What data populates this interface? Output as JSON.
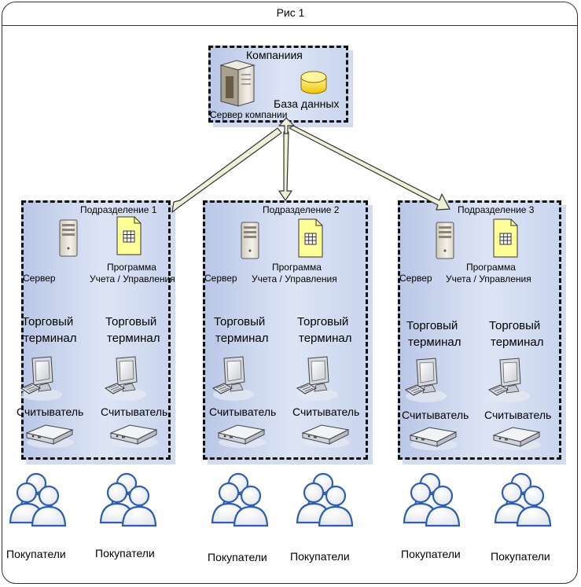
{
  "title": "Рис 1",
  "company": {
    "label": "Компаниия",
    "db_label": "База данных",
    "server_label": "Сервер компании"
  },
  "divisions": [
    {
      "label": "Подразделение 1",
      "server_label": "Сервер",
      "program_line1": "Программа",
      "program_line2": "Учета / Управления",
      "terminal_line1": "Торговый",
      "terminal_line2": "терминал",
      "reader_label": "Считыватель"
    },
    {
      "label": "Подразделение 2",
      "server_label": "Сервер",
      "program_line1": "Программа",
      "program_line2": "Учета / Управления",
      "terminal_line1": "Торговый",
      "terminal_line2": "терминал",
      "reader_label": "Считыватель"
    },
    {
      "label": "Подразделение 3",
      "server_label": "Сервер",
      "program_line1": "Программа",
      "program_line2": "Учета / Управления",
      "terminal_line1": "Торговый",
      "terminal_line2": "терминал",
      "reader_label": "Считыватель"
    }
  ],
  "customers_label": "Покупатели",
  "colors": {
    "panel": "#c9d5ee",
    "arrow_fill": "#eef0d8",
    "document": "#ffff99"
  }
}
